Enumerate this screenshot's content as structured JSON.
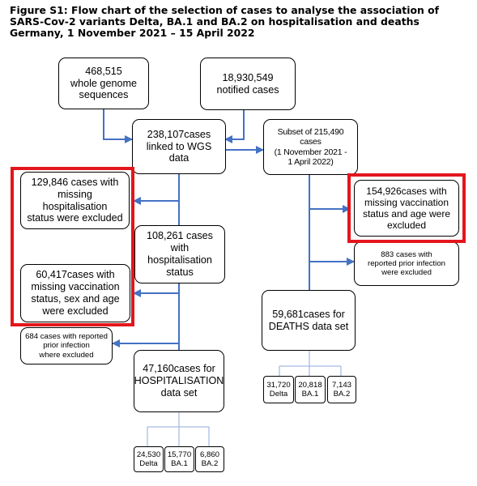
{
  "figure": {
    "title": "Figure S1: Flow chart of the selection of cases to analyse the association of SARS-Cov-2 variants Delta, BA.1 and BA.2 on hospitalisation and deaths Germany, 1 November 2021 – 15 April 2022"
  },
  "colors": {
    "arrow": "#4472c4",
    "highlight": "#e3161c",
    "branch_line": "#8faadc"
  },
  "nodes": {
    "wgs": "468,515\nwhole genome\nsequences",
    "notified": "18,930,549\nnotified cases",
    "linked": "238,107cases\nlinked to WGS\ndata",
    "subset": "Subset of 215,490\ncases\n(1 November 2021 -\n1 April 2022)",
    "excl_hosp": "129,846 cases with\nmissing\nhospitalisation\nstatus were excluded",
    "hosp_status": "108,261 cases\nwith\nhospitalisation\nstatus",
    "excl_vacc_sex_age": "60,417cases with\nmissing vaccination\nstatus, sex and age\nwere excluded",
    "excl_prior_hosp": "684 cases with reported\nprior infection\nwhere excluded",
    "hosp_dataset": "47,160cases for\nHOSPITALISATION\ndata set",
    "excl_vacc_age": "154,926cases with\nmissing vaccination\nstatus and age were\nexcluded",
    "excl_prior_death": "883 cases  with\nreported prior infection\nwere excluded",
    "death_dataset": "59,681cases for\nDEATHS data set",
    "hosp_delta": "24,530\nDelta",
    "hosp_ba1": "15,770\nBA.1",
    "hosp_ba2": "6,860\nBA.2",
    "death_delta": "31,720\nDelta",
    "death_ba1": "20,818\nBA.1",
    "death_ba2": "7,143\nBA.2"
  }
}
